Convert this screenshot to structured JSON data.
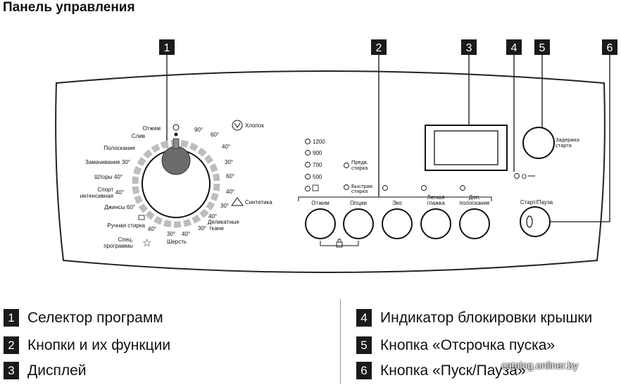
{
  "title": "Панель управления",
  "callouts": [
    "1",
    "2",
    "3",
    "4",
    "5",
    "6"
  ],
  "dial": {
    "left_labels": {
      "spin": "Отжим",
      "drain": "Слив",
      "rinse": "Полоскание",
      "soak": "Замачивание 30°",
      "curtains": "Шторы 40°",
      "sport1": "Спорт",
      "sport2": "интенсивная",
      "sport_temp": "40°",
      "jeans": "Джинсы 60°",
      "hand1": "Ручная стирка",
      "hand_temp": "40°",
      "spec1": "Спец.",
      "spec2": "программы"
    },
    "cotton": {
      "label": "Хлопок",
      "temps": [
        "90°",
        "60°",
        "40°",
        "30°"
      ]
    },
    "synthetic": {
      "label": "Синтетика",
      "temps": [
        "60°",
        "40°",
        "30°"
      ]
    },
    "delicate": {
      "label1": "Деликатные",
      "label2": "ткани",
      "temps": [
        "40°",
        "30°"
      ]
    },
    "wool": {
      "label": "Шерсть",
      "temps": [
        "30°",
        "40°"
      ]
    },
    "off_symbol": "О"
  },
  "spin_speeds": [
    "1200",
    "900",
    "700",
    "500"
  ],
  "options_labels": {
    "prewash1": "Предв.",
    "prewash2": "стирка",
    "quick1": "Быстрая",
    "quick2": "стирка"
  },
  "buttons": {
    "spin": "Отжим",
    "options": "Опции",
    "eco": "Эко",
    "easy1": "Легкая",
    "easy2": "глажка",
    "extra1": "Доп.",
    "extra2": "полоскание",
    "delay1": "Задержка",
    "delay2": "старта",
    "start": "Старт/Пауза",
    "lock_symbol": "О"
  },
  "legend": [
    {
      "num": "1",
      "text": "Селектор программ"
    },
    {
      "num": "2",
      "text": "Кнопки и их функции"
    },
    {
      "num": "3",
      "text": "Дисплей"
    },
    {
      "num": "4",
      "text": "Индикатор блокировки крышки"
    },
    {
      "num": "5",
      "text": "Кнопка «Отсрочка пуска»"
    },
    {
      "num": "6",
      "text": "Кнопка «Пуск/Пауза»"
    }
  ],
  "watermark": "catalog.onliner.by"
}
